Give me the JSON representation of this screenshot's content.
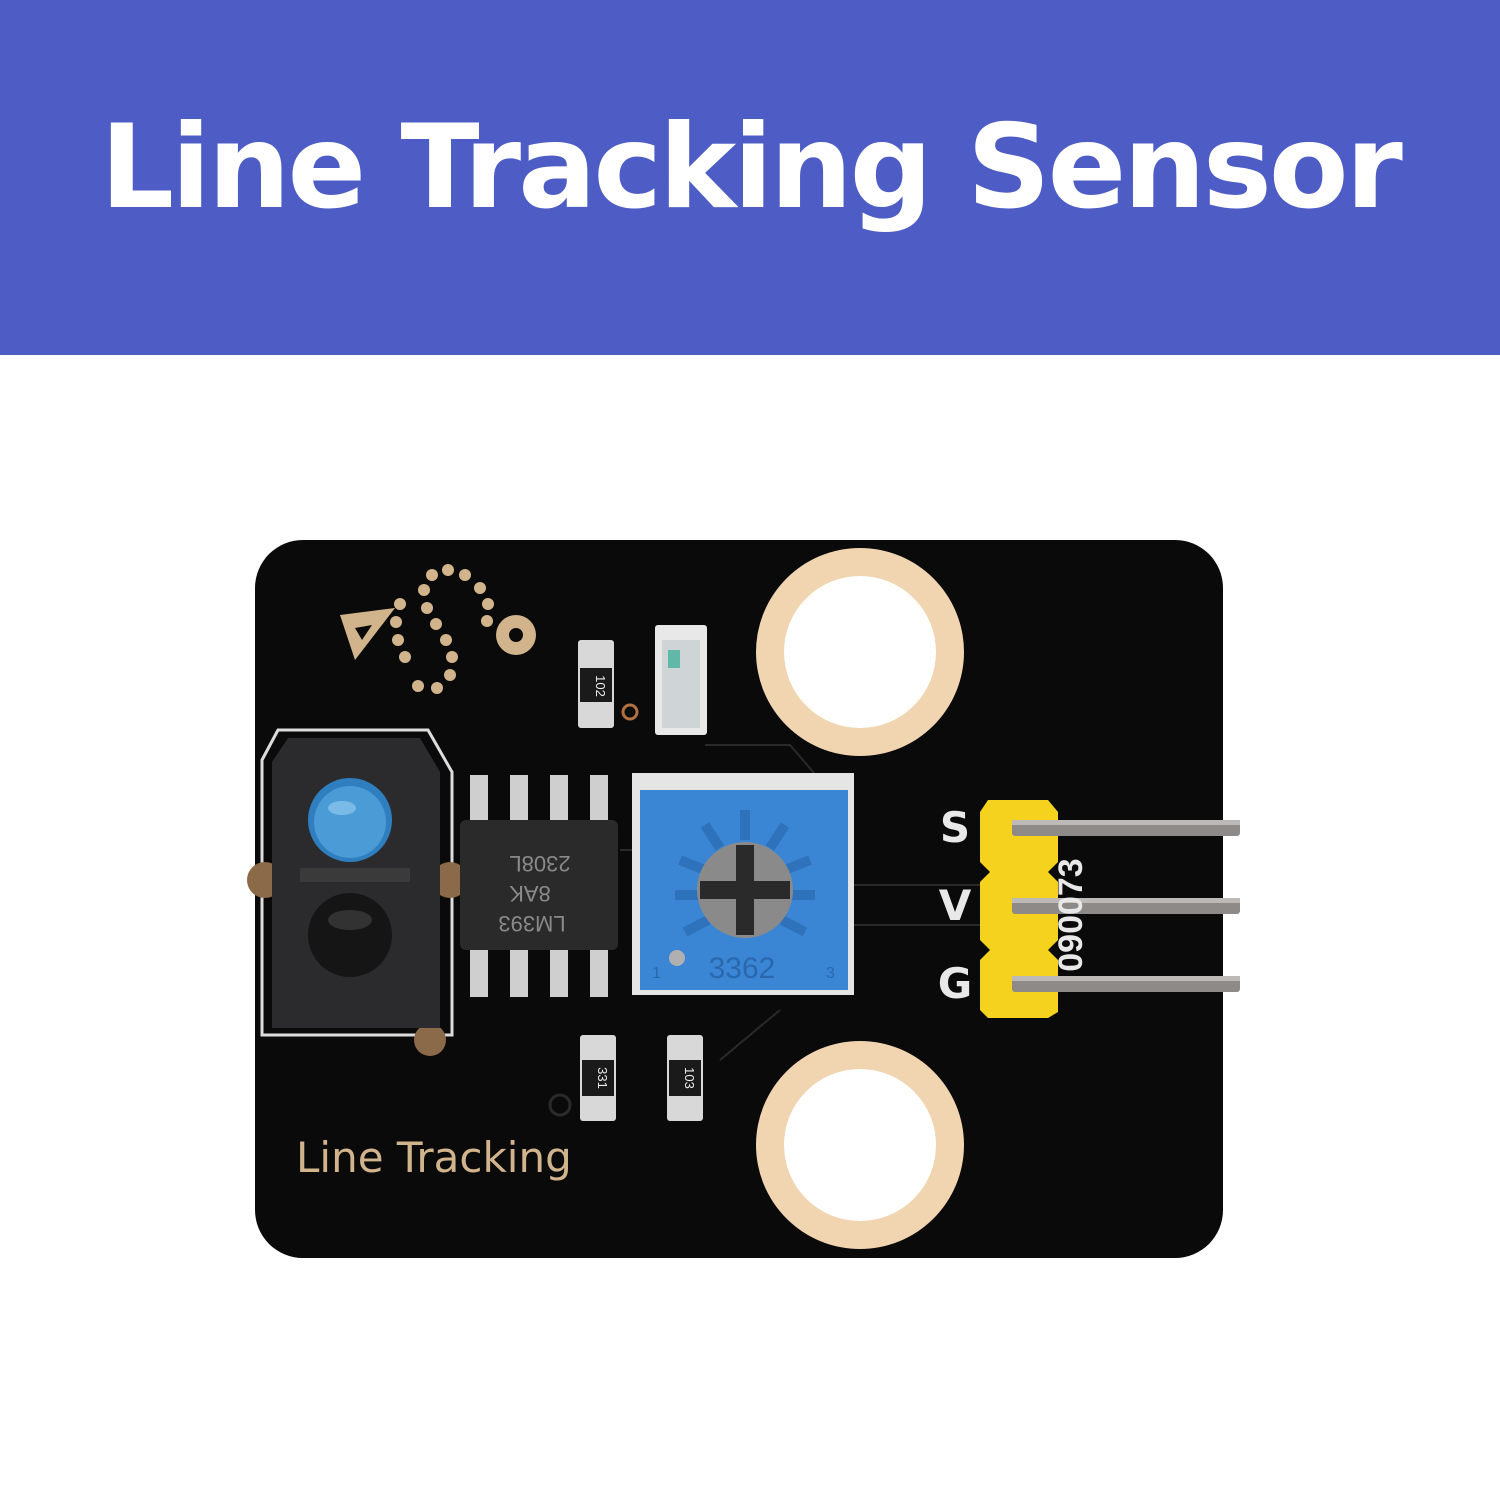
{
  "banner": {
    "title": "Line Tracking Sensor",
    "background_color": "#4e5cc5",
    "text_color": "#ffffff"
  },
  "board": {
    "silkscreen_label": "Line Tracking",
    "logo_icon": "line-path-icon",
    "board_color": "#0b0a0a",
    "silkscreen_color": "#d2b48c",
    "pin_labels": [
      "S",
      "V",
      "G"
    ],
    "header_color": "#f5d21e",
    "header_marking": "090073",
    "ic_marking": [
      "LM393",
      "8AK",
      "2308L"
    ],
    "potentiometer_marking": "3362",
    "potentiometer_pin_left": "1",
    "potentiometer_pin_right": "3",
    "potentiometer_color": "#3a86d4",
    "resistors": [
      "102",
      "331",
      "103"
    ]
  }
}
